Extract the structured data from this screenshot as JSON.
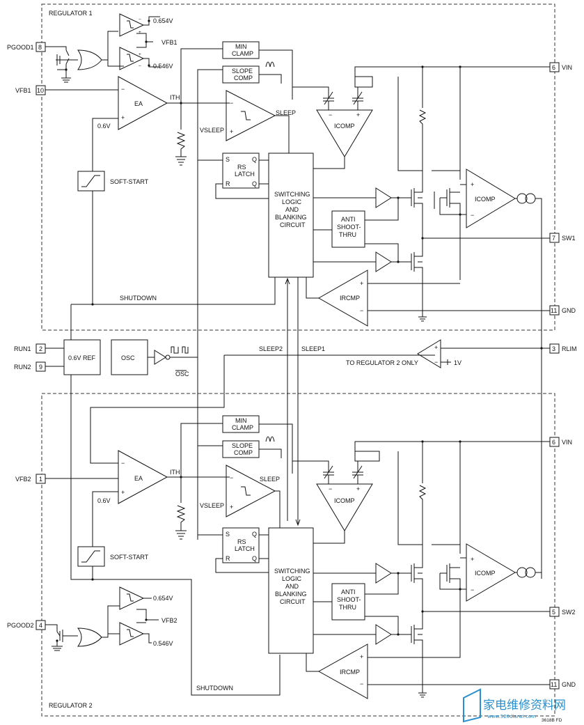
{
  "regulator1": {
    "title": "REGULATOR 1",
    "comp_hi": "0.654V",
    "comp_lo": "0.546V",
    "vfb_mid": "VFB1",
    "ea": "EA",
    "ith": "ITH",
    "ref": "0.6V",
    "softstart": "SOFT-START",
    "min_clamp": [
      "MIN",
      "CLAMP"
    ],
    "slope_comp": [
      "SLOPE",
      "COMP"
    ],
    "sleep": "SLEEP",
    "vsleep": "VSLEEP",
    "rs_latch": [
      "RS",
      "LATCH"
    ],
    "latch_s": "S",
    "latch_q": "Q",
    "latch_r": "R",
    "latch_qbar": "Q",
    "switching": [
      "SWITCHING",
      "LOGIC",
      "AND",
      "BLANKING",
      "CIRCUIT"
    ],
    "icomp_tri": "ICOMP",
    "icomp_amp": "ICOMP",
    "anti": [
      "ANTI",
      "SHOOT-",
      "THRU"
    ],
    "ircmp": "IRCMP",
    "shutdown": "SHUTDOWN"
  },
  "regulator2": {
    "title": "REGULATOR 2",
    "comp_hi": "0.654V",
    "comp_lo": "0.546V",
    "vfb_mid": "VFB2",
    "ea": "EA",
    "ith": "ITH",
    "ref": "0.6V",
    "softstart": "SOFT-START",
    "min_clamp": [
      "MIN",
      "CLAMP"
    ],
    "slope_comp": [
      "SLOPE",
      "COMP"
    ],
    "sleep": "SLEEP",
    "vsleep": "VSLEEP",
    "rs_latch": [
      "RS",
      "LATCH"
    ],
    "latch_s": "S",
    "latch_q": "Q",
    "latch_r": "R",
    "latch_qbar": "Q",
    "switching": [
      "SWITCHING",
      "LOGIC",
      "AND",
      "BLANKING",
      "CIRCUIT"
    ],
    "icomp_tri": "ICOMP",
    "icomp_amp": "ICOMP",
    "anti": [
      "ANTI",
      "SHOOT-",
      "THRU"
    ],
    "ircmp": "IRCMP",
    "shutdown": "SHUTDOWN"
  },
  "pins": {
    "pgood1": {
      "num": "8",
      "label": "PGOOD1"
    },
    "vfb1": {
      "num": "10",
      "label": "VFB1"
    },
    "run1": {
      "num": "2",
      "label": "RUN1"
    },
    "run2": {
      "num": "9",
      "label": "RUN2"
    },
    "vfb2": {
      "num": "1",
      "label": "VFB2"
    },
    "pgood2": {
      "num": "4",
      "label": "PGOOD2"
    },
    "vin1": {
      "num": "6",
      "label": "VIN"
    },
    "sw1": {
      "num": "7",
      "label": "SW1"
    },
    "gnd1": {
      "num": "11",
      "label": "GND"
    },
    "rlim": {
      "num": "3",
      "label": "RLIM"
    },
    "vin2": {
      "num": "6",
      "label": "VIN"
    },
    "sw2": {
      "num": "5",
      "label": "SW2"
    },
    "gnd2": {
      "num": "11",
      "label": "GND"
    }
  },
  "shared": {
    "ref_block": "0.6V REF",
    "osc": "OSC",
    "osc_out": "OSC",
    "sleep2": "SLEEP2",
    "sleep1": "SLEEP1",
    "to_reg2": "TO REGULATOR 2 ONLY",
    "one_volt": "1V"
  },
  "footer": {
    "code": "3618B FD",
    "watermark": "家电维修资料网",
    "watermark_url": "www.520dianzi.com"
  },
  "colors": {
    "watermark": "#2a8fcf"
  }
}
